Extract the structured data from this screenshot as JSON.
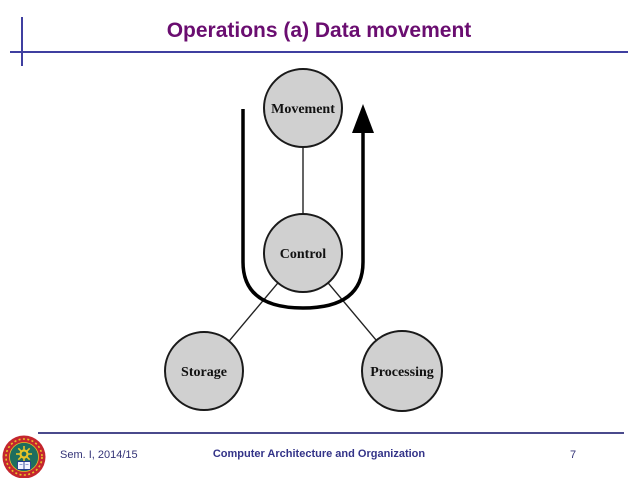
{
  "slide": {
    "title": "Operations (a) Data movement"
  },
  "diagram": {
    "type": "node-graph",
    "description": "Data movement operation: data moves between Storage and Processing via Control, bypassing transformation; a thick arrow loops from left of Movement around Control and points back up toward Movement",
    "nodes": [
      {
        "id": "movement",
        "label": "Movement"
      },
      {
        "id": "control",
        "label": "Control"
      },
      {
        "id": "storage",
        "label": "Storage"
      },
      {
        "id": "processing",
        "label": "Processing"
      }
    ],
    "edges": [
      {
        "from": "movement",
        "to": "control"
      },
      {
        "from": "control",
        "to": "storage"
      },
      {
        "from": "control",
        "to": "processing"
      }
    ],
    "arrow": {
      "name": "data-path-arrow",
      "direction": "up"
    }
  },
  "footer": {
    "semester": "Sem. I, 2014/15",
    "course": "Computer Architecture and Organization",
    "page_number": "7",
    "logo": "university-emblem"
  },
  "colors": {
    "title_text": "#6a0d70",
    "header_line": "#3f3fa0",
    "footer_line": "#4a4a8c",
    "footer_text": "#333377",
    "node_fill": "#d0d0d0",
    "node_stroke": "#1a1a1a",
    "arrow": "#000000",
    "logo_ring": "#c4262e",
    "logo_center": "#1f6e5e",
    "logo_accent": "#e8c427"
  }
}
